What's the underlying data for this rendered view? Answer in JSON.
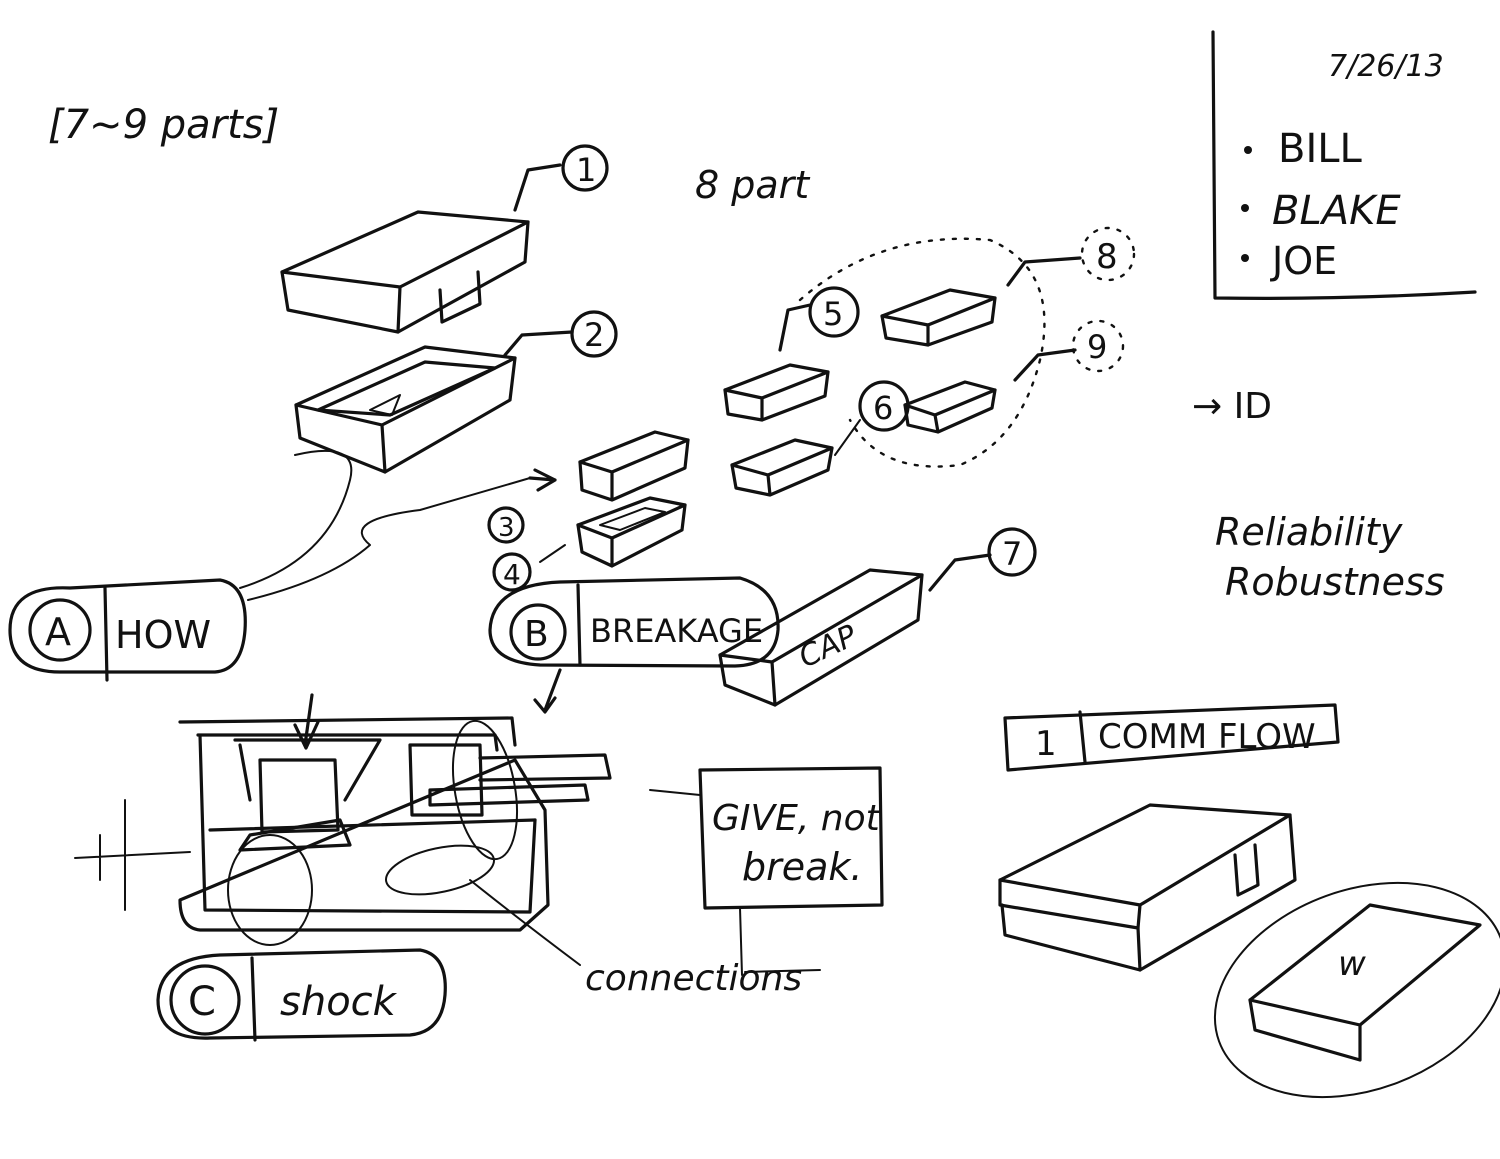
{
  "header": {
    "parts_note": "[7~9 parts]",
    "date": "7/26/13",
    "part_count_note": "8 part"
  },
  "attendees": [
    "BILL",
    "BLAKE",
    "JOE"
  ],
  "notes": {
    "id_note": "→ ID",
    "reliability": "Reliability",
    "robustness": "Robustness"
  },
  "parts": [
    "1",
    "2",
    "3",
    "4",
    "5",
    "6",
    "7",
    "8",
    "9"
  ],
  "categories": [
    {
      "letter": "A",
      "label": "HOW"
    },
    {
      "letter": "B",
      "label": "BREAKAGE"
    },
    {
      "letter": "C",
      "label": "shock"
    }
  ],
  "cap_label": "CAP",
  "give_box": {
    "line1": "GIVE, not",
    "line2": "break."
  },
  "connections_label": "connections",
  "comm_flow": {
    "number": "1",
    "label": "COMM FLOW"
  },
  "w_label": "w"
}
